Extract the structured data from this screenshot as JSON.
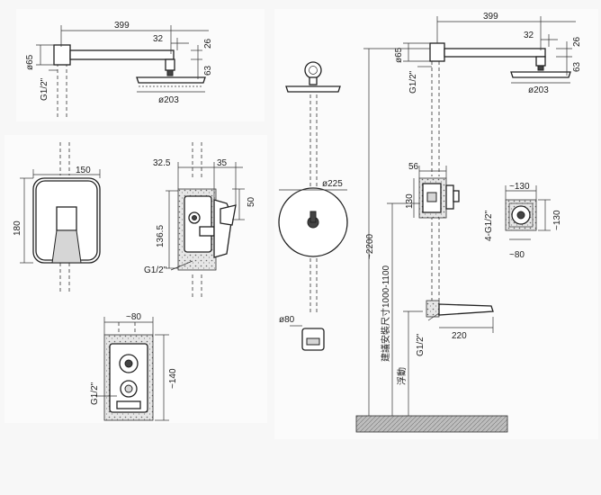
{
  "top_left": {
    "dim_399": "399",
    "dim_32": "32",
    "dim_26": "26",
    "dim_65": "ø65",
    "dim_63": "63",
    "dim_203": "ø203",
    "dim_thread": "G1/2\""
  },
  "mid_left": {
    "dim_150": "150",
    "dim_180": "180",
    "dim_325": "32.5",
    "dim_35": "35",
    "dim_1365": "136.5",
    "dim_50": "50",
    "dim_thread": "G1/2\""
  },
  "bottom_left": {
    "dim_80": "~80",
    "dim_140": "~140",
    "dim_thread": "G1/2\""
  },
  "center": {
    "dim_225": "ø225",
    "dim_80": "ø80"
  },
  "right": {
    "dim_399": "399",
    "dim_32": "32",
    "dim_26": "26",
    "dim_65": "ø65",
    "dim_63": "63",
    "dim_203": "ø203",
    "dim_thread_top": "G1/2\"",
    "dim_2200": "~2200",
    "dim_install": "建議安裝尺寸1000-1100",
    "dim_float": "浮動",
    "dim_56": "56",
    "dim_130_v": "130",
    "dim_130_top": "~130",
    "dim_130_side": "~130",
    "dim_4g": "4-G1/2\"",
    "dim_80": "~80",
    "dim_220": "220",
    "dim_thread_bottom": "G1/2\""
  }
}
